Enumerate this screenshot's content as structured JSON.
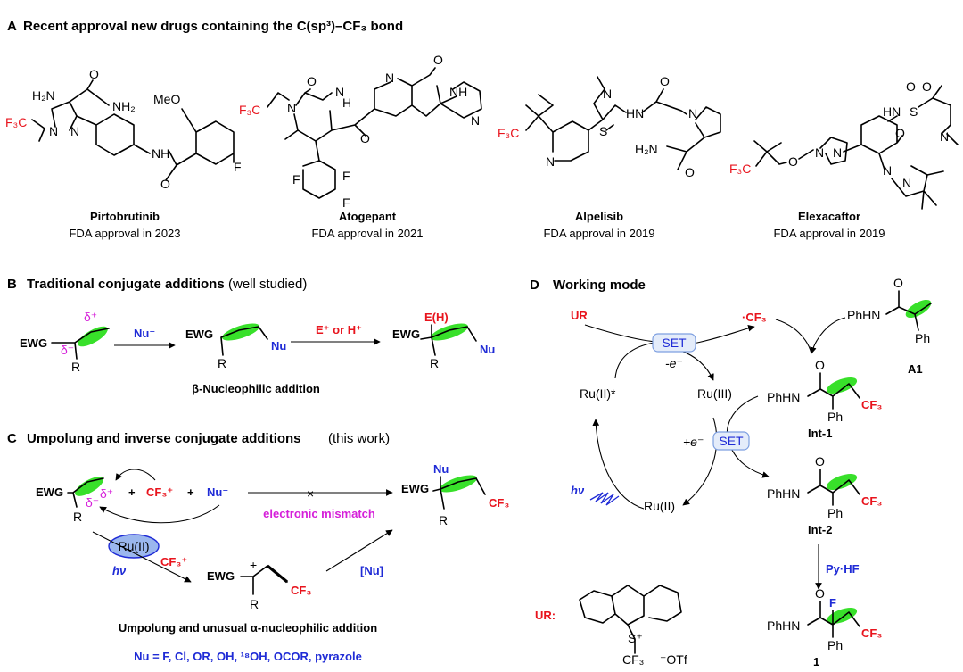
{
  "section_a": {
    "letter": "A",
    "title": "Recent approval new drugs containing the C(sp³)–CF₃ bond",
    "drugs": [
      {
        "name": "Pirtobrutinib",
        "approval": "FDA approval in 2023"
      },
      {
        "name": "Atogepant",
        "approval": "FDA approval in 2021"
      },
      {
        "name": "Alpelisib",
        "approval": "FDA approval in 2019"
      },
      {
        "name": "Elexacaftor",
        "approval": "FDA approval in 2019"
      }
    ],
    "atom_labels": {
      "f3c": "F₃C",
      "h2n": "H₂N",
      "nh2": "NH₂",
      "n": "N",
      "nh": "NH",
      "h": "H",
      "meo": "MeO",
      "f": "F",
      "o": "O",
      "s": "S",
      "hn": "HN",
      "h2n_amide": "H₂N",
      "sulfonyl": "HN–S"
    }
  },
  "section_b": {
    "letter": "B",
    "title": "Traditional conjugate additions",
    "subtitle": "(well studied)",
    "ewg": "EWG",
    "r": "R",
    "delta_plus": "δ⁺",
    "delta_minus": "δ⁻",
    "nu_minus": "Nu⁻",
    "nu": "Nu",
    "reagent": "E⁺ or H⁺",
    "eh": "E(H)",
    "caption": "β-Nucleophilic addition"
  },
  "section_c": {
    "letter": "C",
    "title": "Umpolung and inverse conjugate additions",
    "subtitle": "(this work)",
    "ewg": "EWG",
    "r": "R",
    "plus": "+",
    "cf3_plus": "CF₃⁺",
    "nu_minus": "Nu⁻",
    "cross": "×",
    "mismatch": "electronic mismatch",
    "catalyst": "Ru(II)",
    "hv": "hν",
    "cf3": "CF₃",
    "nu_bracket": "[Nu]",
    "nu": "Nu",
    "caption": "Umpolung and unusual α-nucleophilic addition",
    "nu_list": "Nu = F, Cl, OR, OH, ¹⁸OH, OCOR, pyrazole"
  },
  "section_d": {
    "letter": "D",
    "title": "Working mode",
    "ur": "UR",
    "cf3_radical": "·CF₃",
    "set": "SET",
    "minus_e": "-e⁻",
    "plus_e": "+e⁻",
    "ru2_star": "Ru(II)*",
    "ru3": "Ru(III)",
    "ru2": "Ru(II)",
    "hv": "hν",
    "a1": "A1",
    "int1": "Int-1",
    "int2": "Int-2",
    "reagent": "Py·HF",
    "product": "1",
    "phhn": "PhHN",
    "ph": "Ph",
    "o": "O",
    "f": "F",
    "cf3": "CF₃",
    "ur_label": "UR:",
    "s_plus": "S⁺",
    "otf": "⁻OTf"
  }
}
